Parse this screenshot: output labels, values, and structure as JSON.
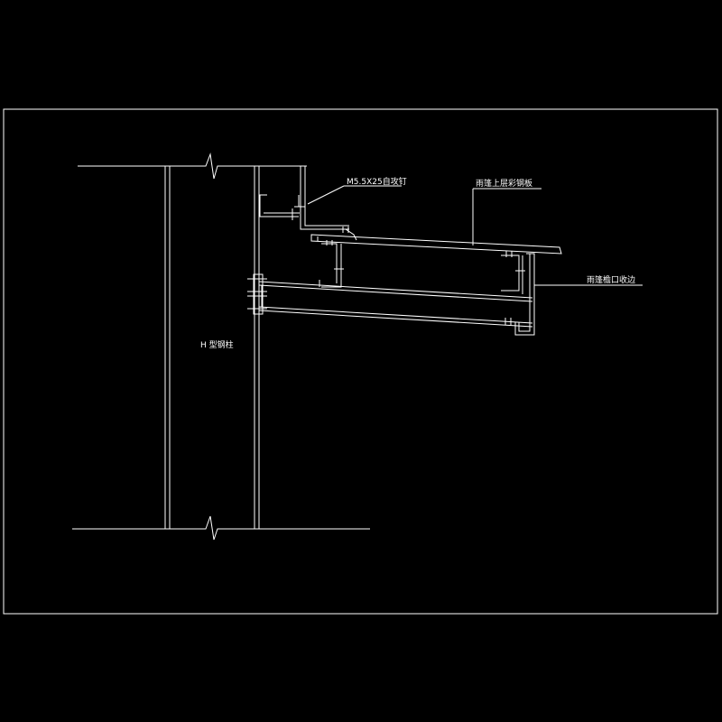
{
  "labels": {
    "column": "H 型钢柱",
    "screw": "M5.5X25自攻钉",
    "top_panel": "雨篷上层彩钢板",
    "edge_trim": "雨篷檐口收边"
  },
  "colors": {
    "background": "#000000",
    "line": "#ffffff"
  }
}
